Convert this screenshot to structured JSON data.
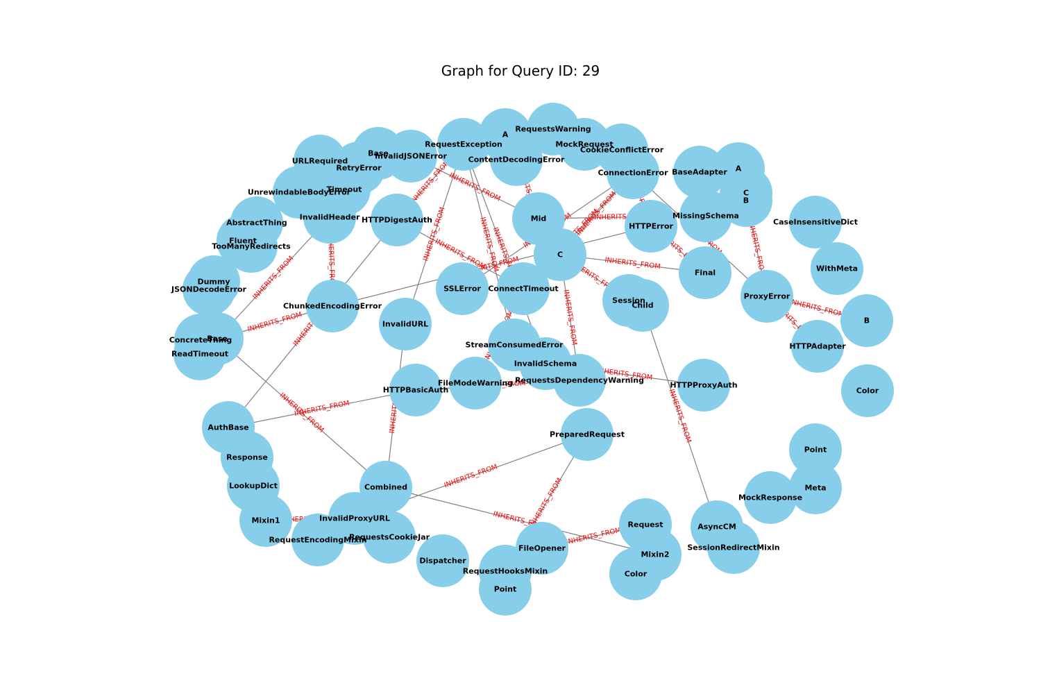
{
  "title": "Graph for Query ID: 29",
  "colors": {
    "node": "#87ceeb",
    "edge": "#808080",
    "edge_label": "#ff0000",
    "text": "#000000"
  },
  "nodes": [
    {
      "id": "A",
      "label": "A"
    },
    {
      "id": "RequestsWarning",
      "label": "RequestsWarning"
    },
    {
      "id": "MockRequest",
      "label": "MockRequest"
    },
    {
      "id": "CookieConflictError",
      "label": "CookieConflictError"
    },
    {
      "id": "RequestException",
      "label": "RequestException"
    },
    {
      "id": "ContentDecodingError",
      "label": "ContentDecodingError"
    },
    {
      "id": "Base_top",
      "label": "Base"
    },
    {
      "id": "InvalidJSONError",
      "label": "InvalidJSONError"
    },
    {
      "id": "URLRequired",
      "label": "URLRequired"
    },
    {
      "id": "RetryError",
      "label": "RetryError"
    },
    {
      "id": "ConnectionError",
      "label": "ConnectionError"
    },
    {
      "id": "BaseAdapter",
      "label": "BaseAdapter"
    },
    {
      "id": "A2",
      "label": "A"
    },
    {
      "id": "C_right",
      "label": "C"
    },
    {
      "id": "B_right",
      "label": "B"
    },
    {
      "id": "UnrewindableBodyError",
      "label": "UnrewindableBodyError"
    },
    {
      "id": "Timeout",
      "label": "Timeout"
    },
    {
      "id": "AbstractThing",
      "label": "AbstractThing"
    },
    {
      "id": "InvalidHeader",
      "label": "InvalidHeader"
    },
    {
      "id": "HTTPDigestAuth",
      "label": "HTTPDigestAuth"
    },
    {
      "id": "Mid",
      "label": "Mid"
    },
    {
      "id": "HTTPError",
      "label": "HTTPError"
    },
    {
      "id": "MissingSchema",
      "label": "MissingSchema"
    },
    {
      "id": "CaseInsensitiveDict",
      "label": "CaseInsensitiveDict"
    },
    {
      "id": "Fluent",
      "label": "Fluent"
    },
    {
      "id": "TooManyRedirects",
      "label": "TooManyRedirects"
    },
    {
      "id": "C_mid",
      "label": "C"
    },
    {
      "id": "WithMeta",
      "label": "WithMeta"
    },
    {
      "id": "Final",
      "label": "Final"
    },
    {
      "id": "Dummy",
      "label": "Dummy"
    },
    {
      "id": "JSONDecodeError",
      "label": "JSONDecodeError"
    },
    {
      "id": "SSLError",
      "label": "SSLError"
    },
    {
      "id": "ConnectTimeout",
      "label": "ConnectTimeout"
    },
    {
      "id": "ProxyError",
      "label": "ProxyError"
    },
    {
      "id": "Session",
      "label": "Session"
    },
    {
      "id": "Child",
      "label": "Child"
    },
    {
      "id": "ChunkedEncodingError",
      "label": "ChunkedEncodingError"
    },
    {
      "id": "B_far",
      "label": "B"
    },
    {
      "id": "InvalidURL",
      "label": "InvalidURL"
    },
    {
      "id": "Base_left",
      "label": "Base"
    },
    {
      "id": "ConcreteThing",
      "label": "ConcreteThing"
    },
    {
      "id": "ReadTimeout",
      "label": "ReadTimeout"
    },
    {
      "id": "StreamConsumedError",
      "label": "StreamConsumedError"
    },
    {
      "id": "HTTPAdapter",
      "label": "HTTPAdapter"
    },
    {
      "id": "InvalidSchema",
      "label": "InvalidSchema"
    },
    {
      "id": "FileModeWarning",
      "label": "FileModeWarning"
    },
    {
      "id": "RequestsDependencyWarning",
      "label": "RequestsDependencyWarning"
    },
    {
      "id": "HTTPBasicAuth",
      "label": "HTTPBasicAuth"
    },
    {
      "id": "HTTPProxyAuth",
      "label": "HTTPProxyAuth"
    },
    {
      "id": "Color_right",
      "label": "Color"
    },
    {
      "id": "AuthBase",
      "label": "AuthBase"
    },
    {
      "id": "PreparedRequest",
      "label": "PreparedRequest"
    },
    {
      "id": "Point_right",
      "label": "Point"
    },
    {
      "id": "Response",
      "label": "Response"
    },
    {
      "id": "LookupDict",
      "label": "LookupDict"
    },
    {
      "id": "Combined",
      "label": "Combined"
    },
    {
      "id": "Meta",
      "label": "Meta"
    },
    {
      "id": "MockResponse",
      "label": "MockResponse"
    },
    {
      "id": "Mixin1",
      "label": "Mixin1"
    },
    {
      "id": "InvalidProxyURL",
      "label": "InvalidProxyURL"
    },
    {
      "id": "Request",
      "label": "Request"
    },
    {
      "id": "AsyncCM",
      "label": "AsyncCM"
    },
    {
      "id": "RequestEncodingMixin",
      "label": "RequestEncodingMixin"
    },
    {
      "id": "RequestsCookieJar",
      "label": "RequestsCookieJar"
    },
    {
      "id": "FileOpener",
      "label": "FileOpener"
    },
    {
      "id": "SessionRedirectMixin",
      "label": "SessionRedirectMixin"
    },
    {
      "id": "Mixin2",
      "label": "Mixin2"
    },
    {
      "id": "Dispatcher",
      "label": "Dispatcher"
    },
    {
      "id": "RequestHooksMixin",
      "label": "RequestHooksMixin"
    },
    {
      "id": "Color_bottom",
      "label": "Color"
    },
    {
      "id": "Point_bottom",
      "label": "Point"
    }
  ],
  "edges": [
    {
      "source": "InvalidHeader",
      "target": "ChunkedEncodingError",
      "label": "INHERITS_FROM"
    },
    {
      "source": "RetryError",
      "target": "Timeout",
      "label": "INHERITS_FROM"
    },
    {
      "source": "InvalidJSONError",
      "target": "Mid",
      "label": "INHERITS_FROM"
    },
    {
      "source": "TooManyRedirects",
      "target": "AbstractThing",
      "label": "INHERITS_FROM"
    },
    {
      "source": "Base_left",
      "target": "InvalidHeader",
      "label": "INHERITS_FROM"
    },
    {
      "source": "Base_left",
      "target": "Combined",
      "label": "INHERITS_FROM"
    },
    {
      "source": "Base_left",
      "target": "ChunkedEncodingError",
      "label": "INHERITS_FROM"
    },
    {
      "source": "AuthBase",
      "target": "HTTPDigestAuth",
      "label": "INHERITS_FROM"
    },
    {
      "source": "AuthBase",
      "target": "HTTPBasicAuth",
      "label": "INHERITS_FROM"
    },
    {
      "source": "HTTPDigestAuth",
      "target": "ConnectTimeout",
      "label": "INHERITS_FROM"
    },
    {
      "source": "RequestException",
      "target": "InvalidURL",
      "label": "INHERITS_FROM"
    },
    {
      "source": "RequestException",
      "target": "HTTPDigestAuth",
      "label": "INHERITS_FROM"
    },
    {
      "source": "RequestException",
      "target": "StreamConsumedError",
      "label": "INHERITS_FROM"
    },
    {
      "source": "RequestException",
      "target": "InvalidSchema",
      "label": "INHERITS_FROM"
    },
    {
      "source": "ContentDecodingError",
      "target": "Mid",
      "label": "INHERITS_FROM"
    },
    {
      "source": "CookieConflictError",
      "target": "HTTPError",
      "label": "INHERITS_FROM"
    },
    {
      "source": "Mid",
      "target": "MissingSchema",
      "label": "INHERITS_FROM"
    },
    {
      "source": "ChunkedEncodingError",
      "target": "HTTPError",
      "label": "INHERITS_FROM"
    },
    {
      "source": "C_mid",
      "target": "ConnectionError",
      "label": "INHERITS_FROM"
    },
    {
      "source": "C_mid",
      "target": "Final",
      "label": "INHERITS_FROM"
    },
    {
      "source": "C_mid",
      "target": "RequestsDependencyWarning",
      "label": "INHERITS_FROM"
    },
    {
      "source": "C_mid",
      "target": "Session",
      "label": "INHERITS_FROM"
    },
    {
      "source": "ConnectTimeout",
      "target": "FileModeWarning",
      "label": "INHERITS_FROM"
    },
    {
      "source": "ConnectTimeout",
      "target": "ConnectionError",
      "label": "INHERITS_FROM"
    },
    {
      "source": "ConnectionError",
      "target": "ProxyError",
      "label": "INHERITS_FROM"
    },
    {
      "source": "ConnectionError",
      "target": "SSLError",
      "label": "INHERITS_FROM"
    },
    {
      "source": "HTTPError",
      "target": "Final",
      "label": "INHERITS_FROM"
    },
    {
      "source": "MissingSchema",
      "target": "BaseAdapter",
      "label": "INHERITS_FROM"
    },
    {
      "source": "B_right",
      "target": "ProxyError",
      "label": "INHERITS_FROM"
    },
    {
      "source": "ProxyError",
      "target": "B_far",
      "label": "INHERITS_FROM"
    },
    {
      "source": "ProxyError",
      "target": "HTTPAdapter",
      "label": "INHERITS_FROM"
    },
    {
      "source": "InvalidSchema",
      "target": "HTTPProxyAuth",
      "label": "INHERITS_FROM"
    },
    {
      "source": "HTTPBasicAuth",
      "target": "RequestsDependencyWarning",
      "label": "INHERITS_FROM"
    },
    {
      "source": "InvalidURL",
      "target": "Combined",
      "label": "INHERITS_FROM"
    },
    {
      "source": "PreparedRequest",
      "target": "InvalidProxyURL",
      "label": "INHERITS_FROM"
    },
    {
      "source": "PreparedRequest",
      "target": "RequestHooksMixin",
      "label": "INHERITS_FROM"
    },
    {
      "source": "Combined",
      "target": "Mixin2",
      "label": "INHERITS_FROM"
    },
    {
      "source": "Mixin1",
      "target": "InvalidProxyURL",
      "label": "INHERITS_FROM"
    },
    {
      "source": "Child",
      "target": "AsyncCM",
      "label": "INHERITS_FROM"
    },
    {
      "source": "FileOpener",
      "target": "Request",
      "label": "INHERITS_FROM"
    }
  ]
}
